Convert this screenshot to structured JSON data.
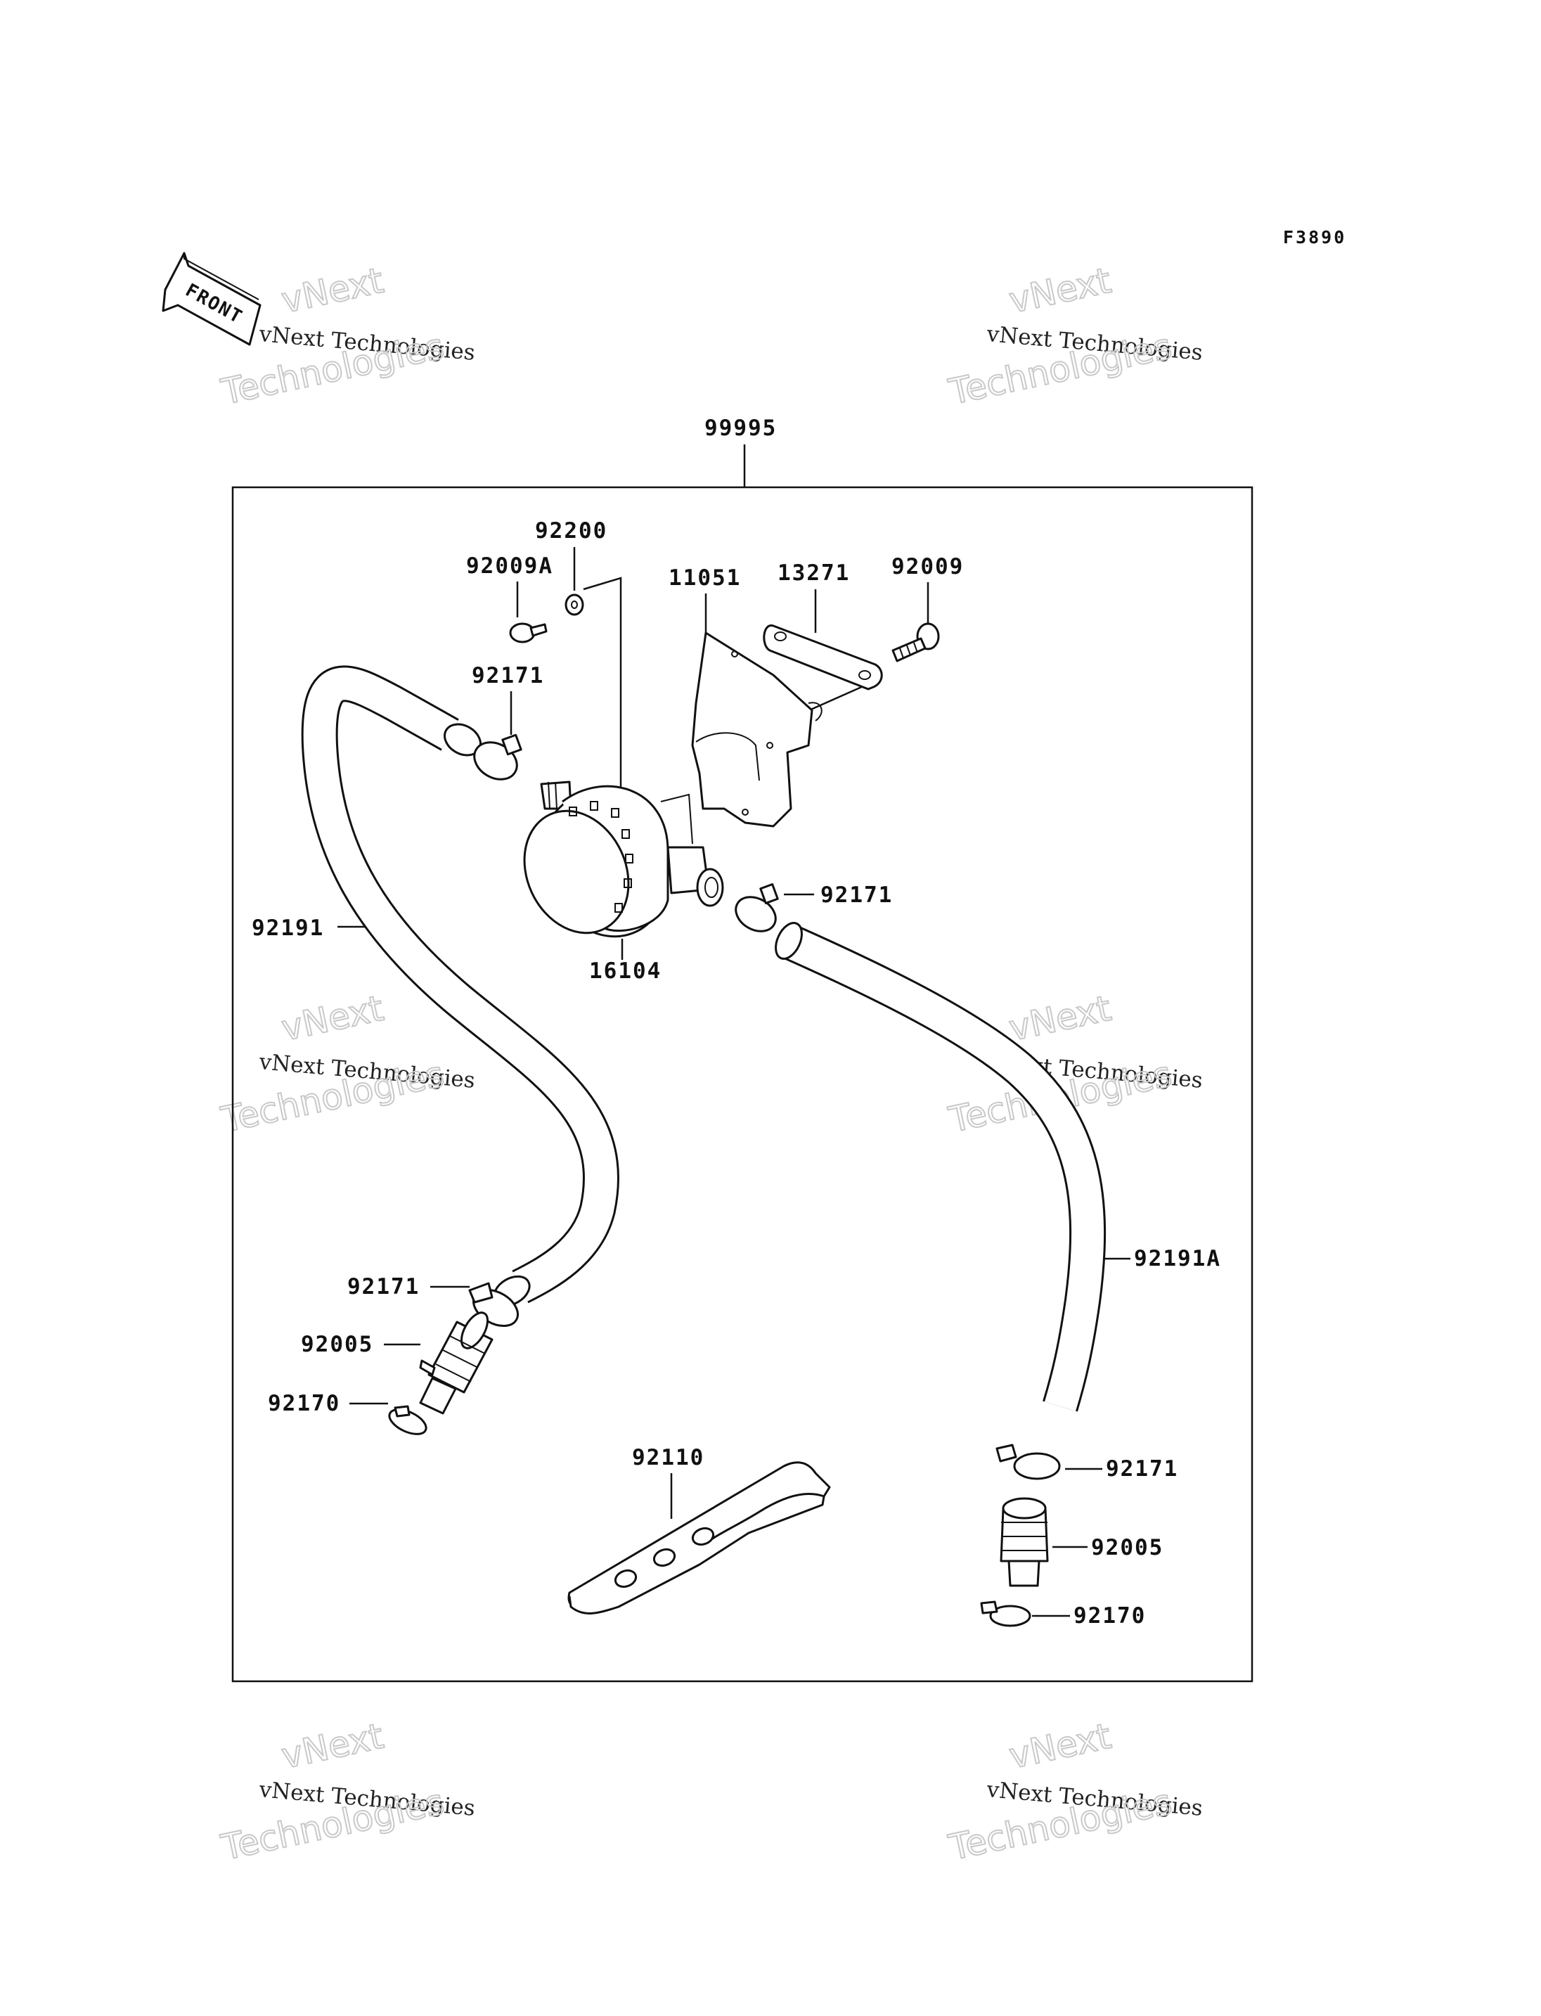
{
  "figure_code": "F3890",
  "front_label": "FRONT",
  "assembly_label": "99995",
  "parts": {
    "p92200": "92200",
    "p92009A": "92009A",
    "p11051": "11051",
    "p13271": "13271",
    "p92009": "92009",
    "p92171_top": "92171",
    "p92171_right": "92171",
    "p16104": "16104",
    "p92191": "92191",
    "p92191A": "92191A",
    "p92171_left": "92171",
    "p92005_left": "92005",
    "p92170_left": "92170",
    "p92110": "92110",
    "p92171_bottom": "92171",
    "p92005_right": "92005",
    "p92170_right": "92170"
  },
  "watermark": {
    "line1": "vNext",
    "line2": "vNext Technologies",
    "line3": "Technologies"
  }
}
